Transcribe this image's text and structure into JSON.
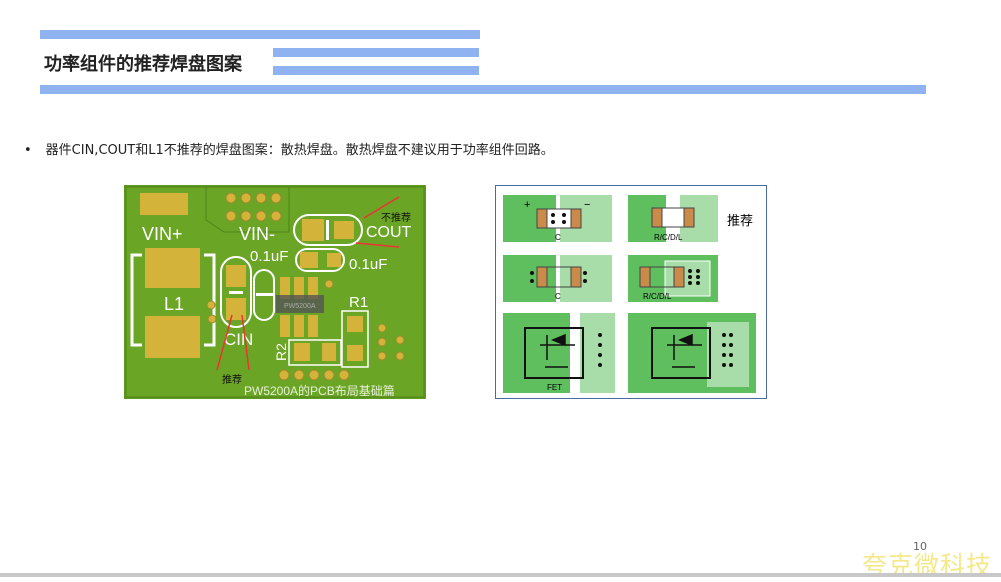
{
  "slide": {
    "title": "功率组件的推荐焊盘图案",
    "bullet": "器件CIN,COUT和L1不推荐的焊盘图案：散热焊盘。散热焊盘不建议用于功率组件回路。",
    "page_number": "10",
    "watermark": "夸克微科技"
  },
  "pcb_image": {
    "labels": {
      "vin_plus": "VIN+",
      "vin_minus": "VIN-",
      "l1": "L1",
      "cin": "CIN",
      "cout": "COUT",
      "cap1": "0.1uF",
      "cap2": "0.1uF",
      "r1": "R1",
      "r2": "R2",
      "chip": "PW5200A",
      "not_recommended": "不推荐",
      "recommended": "推荐",
      "caption": "PW5200A的PCB布局基础篇"
    }
  },
  "land_image": {
    "labels": {
      "c1": "C",
      "rcdl1": "R/C/D/L",
      "c2": "C",
      "rcdl2": "R/C/D/L",
      "fet": "FET",
      "plus": "+",
      "minus": "−",
      "recommended": "推荐"
    }
  }
}
